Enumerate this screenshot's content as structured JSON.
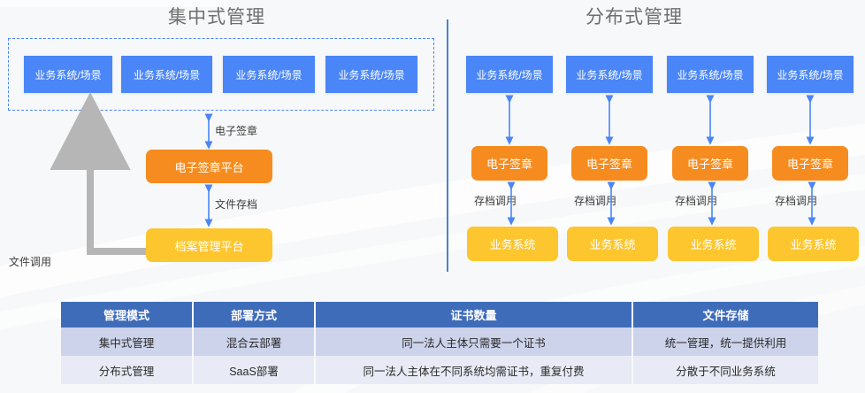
{
  "titles": {
    "left": "集中式管理",
    "right": "分布式管理"
  },
  "left_diagram": {
    "top_boxes": [
      {
        "label": "业务系统/场景"
      },
      {
        "label": "业务系统/场景"
      },
      {
        "label": "业务系统/场景"
      },
      {
        "label": "业务系统/场景"
      }
    ],
    "platform_sign": "电子签章平台",
    "platform_archive": "档案管理平台",
    "arrow_label_sign": "电子签章",
    "arrow_label_archive": "文件存档",
    "arrow_label_file_call": "文件调用"
  },
  "right_diagram": {
    "columns": [
      {
        "top": "业务系统/场景",
        "mid": "电子签章",
        "link": "存档调用",
        "bottom": "业务系统"
      },
      {
        "top": "业务系统/场景",
        "mid": "电子签章",
        "link": "存档调用",
        "bottom": "业务系统"
      },
      {
        "top": "业务系统/场景",
        "mid": "电子签章",
        "link": "存档调用",
        "bottom": "业务系统"
      },
      {
        "top": "业务系统/场景",
        "mid": "电子签章",
        "link": "存档调用",
        "bottom": "业务系统"
      }
    ]
  },
  "table": {
    "headers": [
      "管理模式",
      "部署方式",
      "证书数量",
      "文件存储"
    ],
    "rows": [
      [
        "集中式管理",
        "混合云部署",
        "同一法人主体只需要一个证书",
        "统一管理，统一提供利用"
      ],
      [
        "分布式管理",
        "SaaS部署",
        "同一法人主体在不同系统均需证书，重复付费",
        "分散于不同业务系统"
      ]
    ]
  },
  "colors": {
    "blue_box": "#4a86f7",
    "orange_box": "#f68c1f",
    "yellow_box": "#fdc62e",
    "table_header": "#3f6cb9",
    "table_row_a": "#ccd3ea",
    "table_row_b": "#e8ebf5",
    "divider": "#4a7fd4",
    "title_text": "#6e6e6e",
    "gray_arrow": "#b6b6b6",
    "background": "#f7f8f9"
  }
}
